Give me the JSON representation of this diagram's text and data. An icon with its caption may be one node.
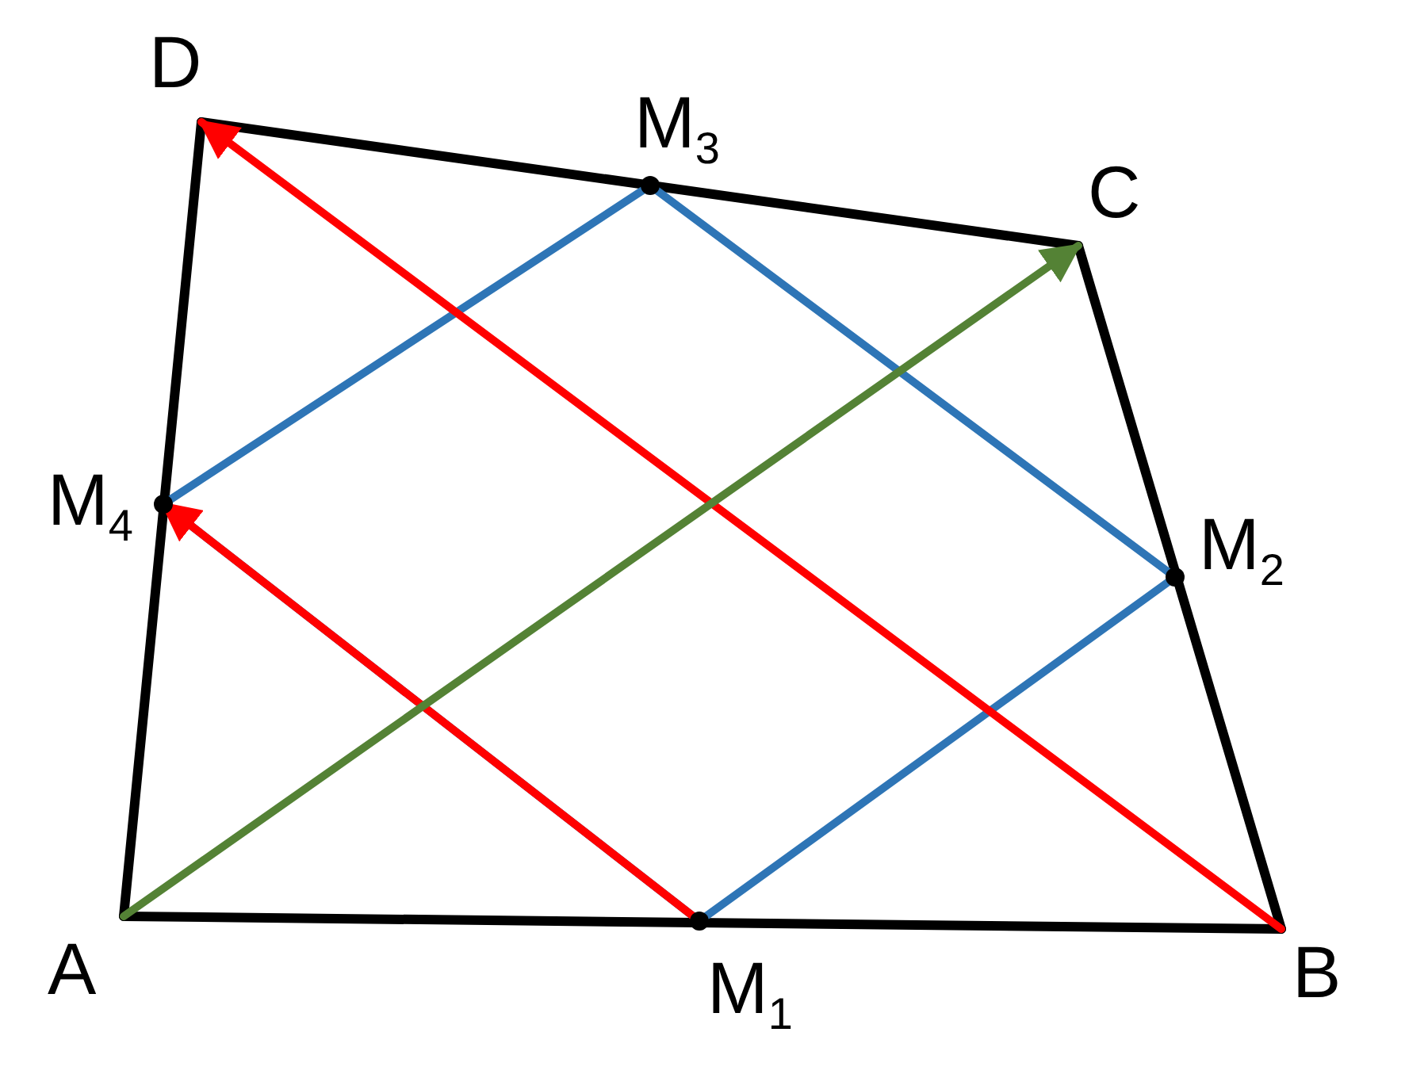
{
  "diagram": {
    "nodes": [
      {
        "text": [
          "A"
        ]
      },
      {
        "text": [
          "B"
        ]
      },
      {
        "text": [
          "C"
        ]
      },
      {
        "text": [
          "D"
        ]
      },
      {
        "text": [
          "M$_{1}$"
        ]
      },
      {
        "text": [
          "M$_{2}$"
        ]
      },
      {
        "text": [
          "M$_{3}$"
        ]
      },
      {
        "text": [
          "M$_{4}$"
        ]
      }
    ],
    "edges": [
      {
        "from": 0,
        "to": 1,
        "arrow": "none"
      },
      {
        "from": 1,
        "to": 2,
        "arrow": "none"
      },
      {
        "from": 2,
        "to": 3,
        "arrow": "none"
      },
      {
        "from": 3,
        "to": 0,
        "arrow": "none"
      },
      {
        "from": 4,
        "to": 5,
        "arrow": "none",
        "color": "#2e75b6"
      },
      {
        "from": 5,
        "to": 6,
        "arrow": "none",
        "color": "#2e75b6"
      },
      {
        "from": 6,
        "to": 7,
        "arrow": "none",
        "color": "#2e75b6"
      },
      {
        "from": 7,
        "to": 4,
        "arrow": "none",
        "color": "#2e75b6"
      },
      {
        "from": 1,
        "to": 3,
        "arrow": "to",
        "color": "#ff0000"
      },
      {
        "from": 4,
        "to": 7,
        "arrow": "to",
        "color": "#ff0000"
      },
      {
        "from": 0,
        "to": 2,
        "arrow": "to",
        "color": "#548235"
      }
    ]
  }
}
